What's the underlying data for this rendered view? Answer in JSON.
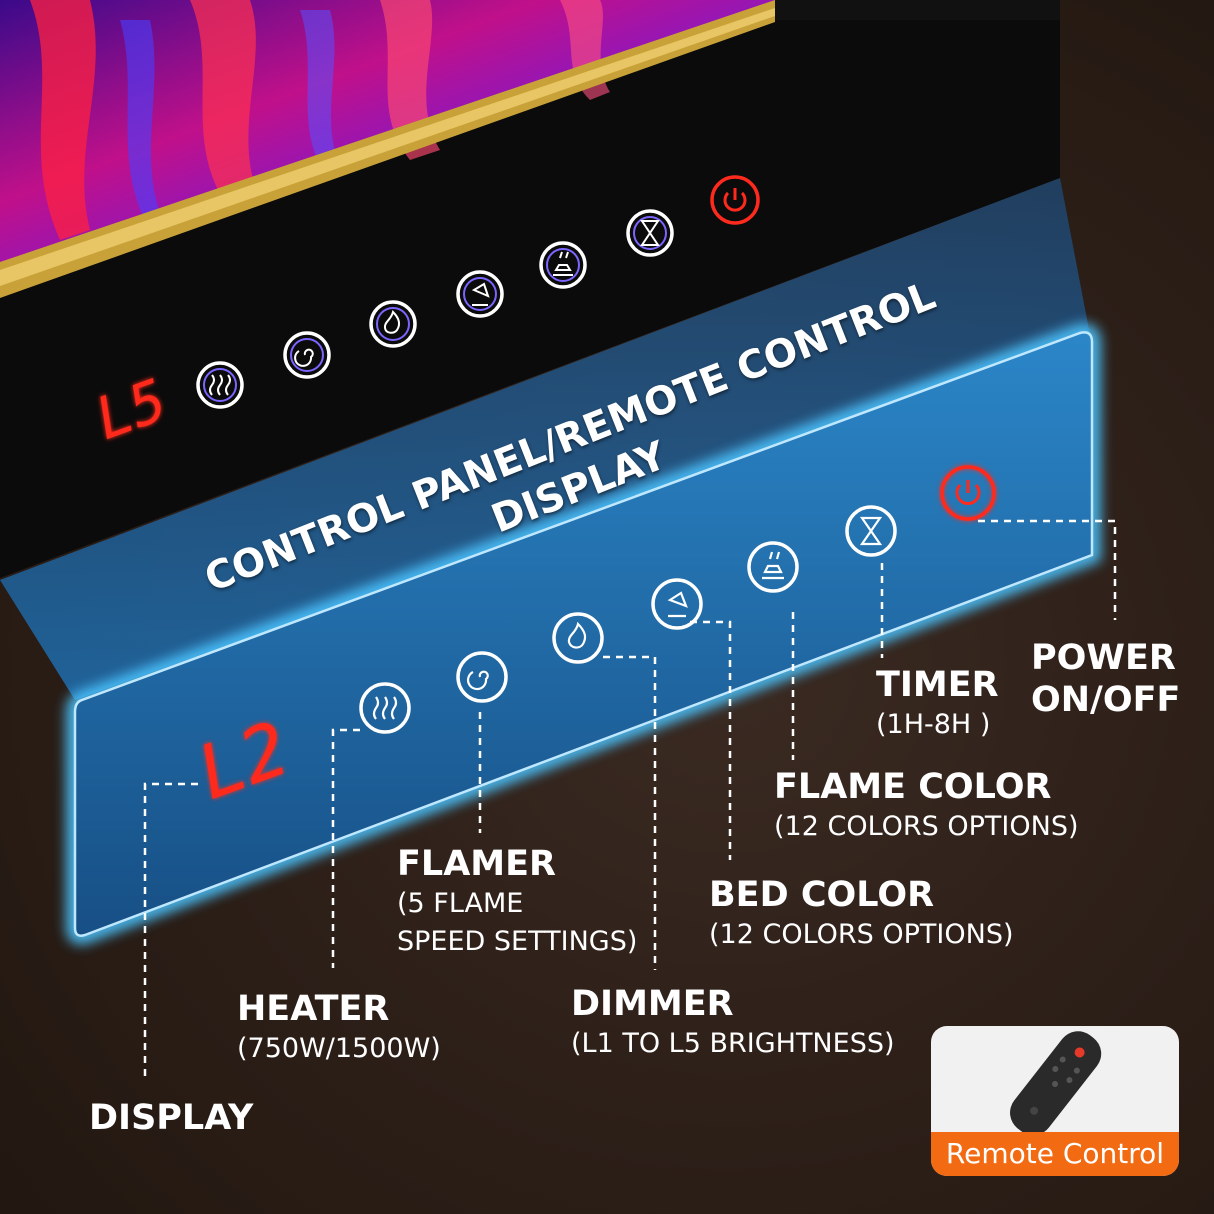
{
  "title": {
    "line1": "CONTROL PANEL/REMOTE CONTROL",
    "line2": "DISPLAY"
  },
  "fireplace": {
    "display_value": "L5"
  },
  "panel": {
    "display_value": "L2"
  },
  "labels": {
    "power": {
      "line1": "POWER",
      "line2": "ON/OFF"
    },
    "timer": {
      "title": "TIMER",
      "sub": "(1H-8H )"
    },
    "flame_color": {
      "title": "FLAME COLOR",
      "sub": "(12 COLORS OPTIONS)"
    },
    "bed_color": {
      "title": "BED COLOR",
      "sub": "(12 COLORS OPTIONS)"
    },
    "flamer": {
      "title": "FLAMER",
      "sub1": "(5 FLAME",
      "sub2": "SPEED SETTINGS)"
    },
    "dimmer": {
      "title": "DIMMER",
      "sub": "(L1 TO L5 BRIGHTNESS)"
    },
    "heater": {
      "title": "HEATER",
      "sub": "(750W/1500W)"
    },
    "display": {
      "title": "DISPLAY"
    }
  },
  "remote": {
    "label": "Remote Control"
  },
  "colors": {
    "panel_glow": "#35b6ff",
    "panel_fill": "#1f6fb0",
    "led_red": "#ff2a1e",
    "accent_orange": "#f26a12"
  },
  "icons": [
    "heat-waves-icon",
    "swirl-icon",
    "flame-icon",
    "dimmer-lamp-icon",
    "bed-color-icon",
    "hourglass-icon",
    "power-icon"
  ]
}
